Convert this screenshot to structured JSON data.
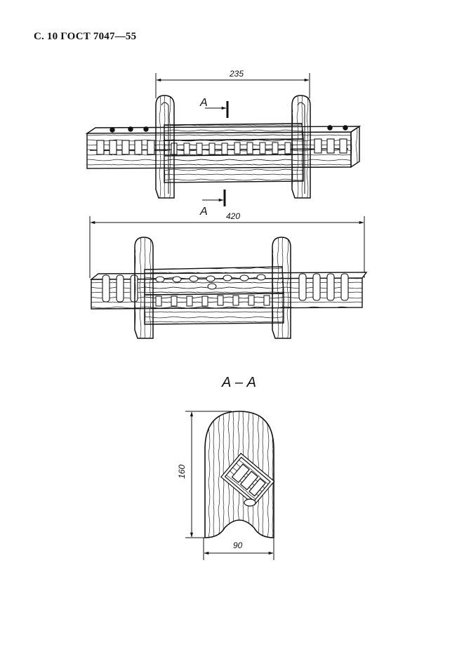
{
  "header": {
    "text": "С. 10 ГОСТ 7047—55"
  },
  "top_view": {
    "dim_width": "235",
    "section_mark_top": "А",
    "section_mark_bottom": "А"
  },
  "front_view": {
    "dim_width": "420"
  },
  "section_view": {
    "title": "А – А",
    "dim_height": "160",
    "dim_width": "90"
  }
}
